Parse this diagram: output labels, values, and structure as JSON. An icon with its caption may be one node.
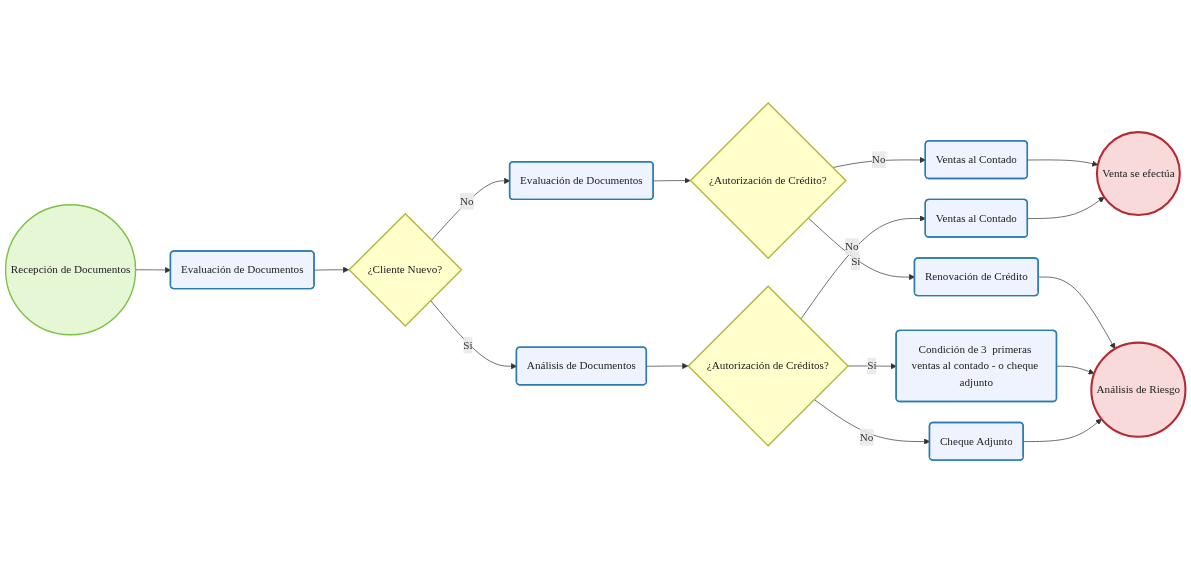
{
  "diagram": {
    "nodes": [
      {
        "text": [
          "Recepción de Documentos"
        ]
      },
      {
        "text": [
          "Evaluación de Documentos"
        ]
      },
      {
        "text": [
          "¿Cliente Nuevo?"
        ]
      },
      {
        "text": [
          "Análisis de Documentos"
        ]
      },
      {
        "text": [
          "¿Autorización de Créditos?"
        ]
      },
      {
        "text": [
          "Ventas al Contado"
        ]
      },
      {
        "text": [
          "Cheque Adjunto"
        ]
      },
      {
        "text": [
          "Condición de 3  primeras ventas al contado - o cheque adjunto"
        ]
      },
      {
        "text": [
          "Evaluación de Documentos"
        ]
      },
      {
        "text": [
          "¿Autorización de Crédito?"
        ]
      },
      {
        "text": [
          "Ventas al Contado"
        ]
      },
      {
        "text": [
          "Renovación de Crédito"
        ]
      },
      {
        "text": [
          "Venta se efectúa"
        ]
      },
      {
        "text": [
          "Análisis de Riesgo"
        ]
      }
    ],
    "edges": [
      {
        "from": 0,
        "to": 1,
        "arrow": "to"
      },
      {
        "from": 1,
        "to": 2,
        "arrow": "to"
      },
      {
        "from": 2,
        "to": 3,
        "label": "Sí",
        "arrow": "to"
      },
      {
        "from": 2,
        "to": 8,
        "label": "No",
        "arrow": "to"
      },
      {
        "from": 3,
        "to": 4,
        "arrow": "to"
      },
      {
        "from": 4,
        "to": 5,
        "label": "No",
        "arrow": "to"
      },
      {
        "from": 4,
        "to": 6,
        "label": "No",
        "arrow": "to"
      },
      {
        "from": 4,
        "to": 7,
        "label": "Sí",
        "arrow": "to"
      },
      {
        "from": 8,
        "to": 9,
        "arrow": "to"
      },
      {
        "from": 9,
        "to": 10,
        "label": "No",
        "arrow": "to"
      },
      {
        "from": 9,
        "to": 11,
        "label": "Sí",
        "arrow": "to"
      },
      {
        "from": 5,
        "to": 12,
        "arrow": "to"
      },
      {
        "from": 10,
        "to": 12,
        "arrow": "to"
      },
      {
        "from": 6,
        "to": 13,
        "arrow": "to"
      },
      {
        "from": 7,
        "to": 13,
        "arrow": "to"
      },
      {
        "from": 11,
        "to": 13,
        "arrow": "to"
      }
    ]
  }
}
